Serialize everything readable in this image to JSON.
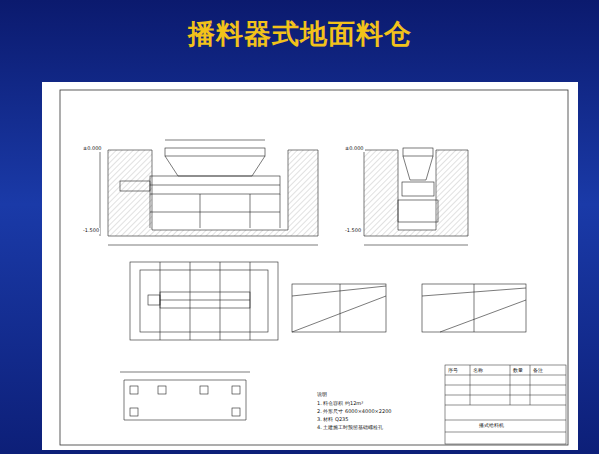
{
  "diagram": {
    "title": "播料器式地面料仓",
    "labels": [
      "±0.000",
      "-1.500",
      "±0.000",
      "-1.500",
      "说明",
      "1. 料仓容积 约12m³",
      "2. 外形尺寸 6000×4000×2200",
      "3. 材料 Q235",
      "4. 土建施工时预留基础螺栓孔",
      "播式给料机",
      "序号",
      "名称",
      "数量",
      "备注"
    ]
  }
}
